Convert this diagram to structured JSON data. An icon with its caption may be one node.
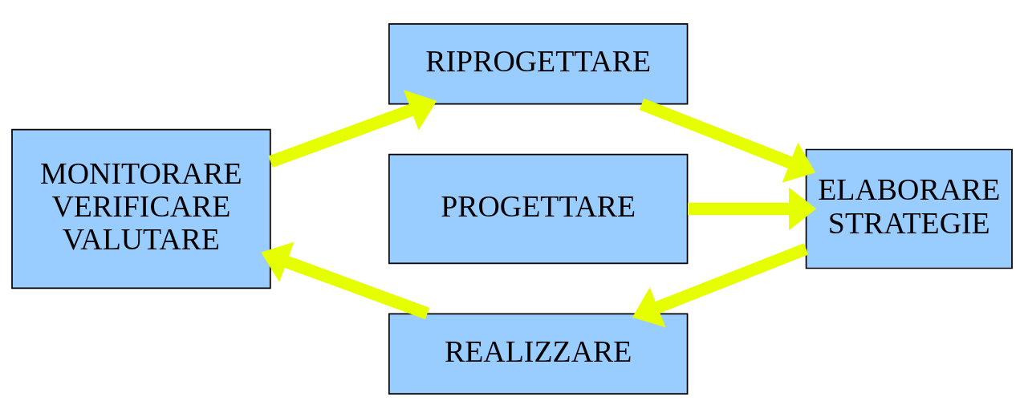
{
  "diagram": {
    "nodes": [
      {
        "text": [
          "MONITORARE VERIFICARE VALUTARE"
        ]
      },
      {
        "text": [
          "RIPROGETTARE"
        ]
      },
      {
        "text": [
          "PROGETTARE"
        ]
      },
      {
        "text": [
          "ELABORARE STRATEGIE"
        ]
      },
      {
        "text": [
          "REALIZZARE"
        ]
      }
    ],
    "edges": [
      {
        "from": 0,
        "to": 1,
        "arrow": "to"
      },
      {
        "from": 1,
        "to": 3,
        "arrow": "to"
      },
      {
        "from": 2,
        "to": 3,
        "arrow": "to"
      },
      {
        "from": 3,
        "to": 4,
        "arrow": "to"
      },
      {
        "from": 4,
        "to": 0,
        "arrow": "to"
      }
    ]
  }
}
